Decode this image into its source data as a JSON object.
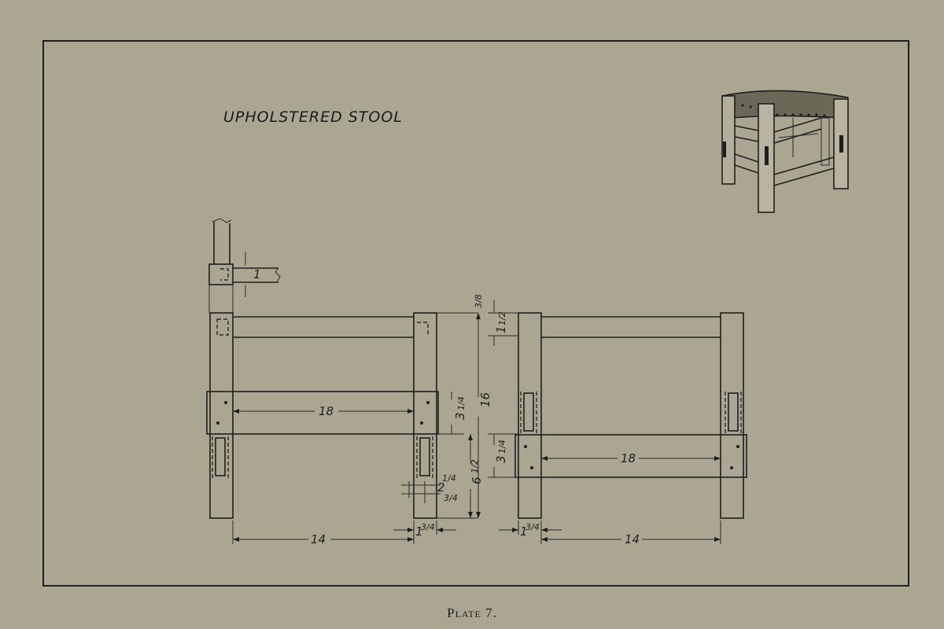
{
  "plate": {
    "title": "UPHOLSTERED STOOL",
    "caption": "Plate 7."
  },
  "dimensions": {
    "rail_length_left": "18",
    "rail_length_right": "18",
    "leg_spacing_left": "14",
    "leg_spacing_right": "14",
    "overall_height": "16",
    "lower_height_whole": "6",
    "lower_height_frac": "1/2",
    "top_rail_offset": "3/8",
    "top_rail_width_whole": "1",
    "top_rail_width_frac": "1/2",
    "upper_rail_depth_whole": "3",
    "upper_rail_depth_frac": "1/4",
    "lower_rail_depth_whole": "3",
    "lower_rail_depth_frac": "1/4",
    "tenon_detail_whole": "2",
    "tenon_detail_frac": "1/4",
    "tenon_detail_small": "3/4",
    "leg_width_left_whole": "1",
    "leg_width_left_frac": "3/4",
    "leg_width_right_whole": "1",
    "leg_width_right_frac": "3/4",
    "detail_thickness": "1"
  }
}
